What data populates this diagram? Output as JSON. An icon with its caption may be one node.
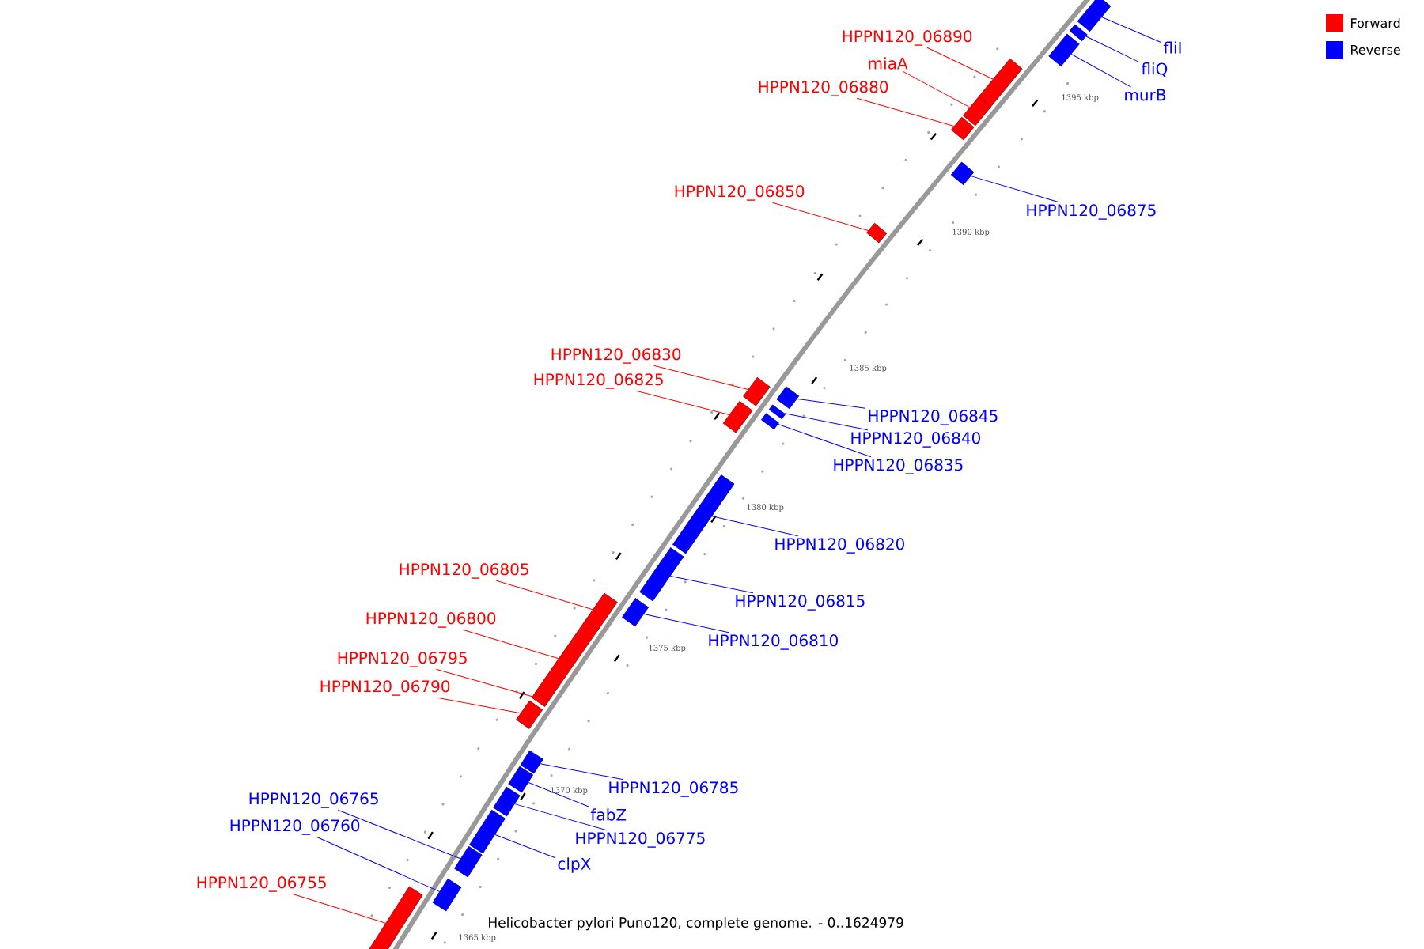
{
  "diagram": {
    "title": "Helicobacter pylori Puno120, complete genome. - 0..1624979",
    "nodes": [
      {
        "text": [
          "fliI"
        ]
      },
      {
        "text": [],
        "shape": "bar"
      },
      {
        "text": [
          "fliQ"
        ]
      },
      {
        "text": [],
        "shape": "bar"
      },
      {
        "text": [
          "murB"
        ]
      },
      {
        "text": [],
        "shape": "bar"
      },
      {
        "text": [
          "HPPN120_06890"
        ]
      },
      {
        "text": [],
        "shape": "bar"
      },
      {
        "text": [
          "miaA"
        ]
      },
      {
        "text": [],
        "shape": "bar"
      },
      {
        "text": [
          "HPPN120_06880"
        ]
      },
      {
        "text": [],
        "shape": "bar"
      },
      {
        "text": [
          "HPPN120_06875"
        ]
      },
      {
        "text": [],
        "shape": "bar"
      },
      {
        "text": [
          "HPPN120_06850"
        ]
      },
      {
        "text": [],
        "shape": "bar"
      },
      {
        "text": [
          "HPPN120_06830"
        ]
      },
      {
        "text": [],
        "shape": "bar"
      },
      {
        "text": [
          "HPPN120_06825"
        ]
      },
      {
        "text": [],
        "shape": "bar"
      },
      {
        "text": [
          "HPPN120_06845"
        ]
      },
      {
        "text": [],
        "shape": "bar"
      },
      {
        "text": [
          "HPPN120_06840"
        ]
      },
      {
        "text": [],
        "shape": "bar"
      },
      {
        "text": [
          "HPPN120_06835"
        ]
      },
      {
        "text": [],
        "shape": "bar"
      },
      {
        "text": [
          "HPPN120_06820"
        ]
      },
      {
        "text": [],
        "shape": "bar"
      },
      {
        "text": [
          "HPPN120_06815"
        ]
      },
      {
        "text": [],
        "shape": "bar"
      },
      {
        "text": [
          "HPPN120_06810"
        ]
      },
      {
        "text": [],
        "shape": "bar"
      },
      {
        "text": [
          "HPPN120_06805"
        ]
      },
      {
        "text": [],
        "shape": "bar"
      },
      {
        "text": [
          "HPPN120_06800"
        ]
      },
      {
        "text": [],
        "shape": "bar"
      },
      {
        "text": [
          "HPPN120_06795"
        ]
      },
      {
        "text": [],
        "shape": "bar"
      },
      {
        "text": [
          "HPPN120_06790"
        ]
      },
      {
        "text": [],
        "shape": "bar"
      },
      {
        "text": [
          "HPPN120_06785"
        ]
      },
      {
        "text": [],
        "shape": "bar"
      },
      {
        "text": [
          "fabZ"
        ]
      },
      {
        "text": [],
        "shape": "bar"
      },
      {
        "text": [
          "HPPN120_06775"
        ]
      },
      {
        "text": [],
        "shape": "bar"
      },
      {
        "text": [
          "clpX"
        ]
      },
      {
        "text": [],
        "shape": "bar"
      },
      {
        "text": [
          "HPPN120_06765"
        ]
      },
      {
        "text": [],
        "shape": "bar"
      },
      {
        "text": [
          "HPPN120_06760"
        ]
      },
      {
        "text": [],
        "shape": "bar"
      },
      {
        "text": [
          "HPPN120_06755"
        ]
      },
      {
        "text": [],
        "shape": "bar"
      }
    ],
    "edges": [
      {
        "from": 0,
        "to": 1,
        "arrow": "none"
      },
      {
        "from": 2,
        "to": 3,
        "arrow": "none"
      },
      {
        "from": 4,
        "to": 5,
        "arrow": "none"
      },
      {
        "from": 6,
        "to": 7,
        "arrow": "none",
        "color": "#ff0000"
      },
      {
        "from": 8,
        "to": 9,
        "arrow": "none",
        "color": "#ff0000"
      },
      {
        "from": 10,
        "to": 11,
        "arrow": "none",
        "color": "#ff0000"
      },
      {
        "from": 12,
        "to": 13,
        "arrow": "none"
      },
      {
        "from": 14,
        "to": 15,
        "arrow": "none",
        "color": "#ff0000"
      },
      {
        "from": 16,
        "to": 17,
        "arrow": "none",
        "color": "#ff0000"
      },
      {
        "from": 18,
        "to": 19,
        "arrow": "none",
        "color": "#ff0000"
      },
      {
        "from": 20,
        "to": 21,
        "arrow": "none"
      },
      {
        "from": 22,
        "to": 23,
        "arrow": "none"
      },
      {
        "from": 24,
        "to": 25,
        "arrow": "none"
      },
      {
        "from": 26,
        "to": 27,
        "arrow": "none"
      },
      {
        "from": 28,
        "to": 29,
        "arrow": "none"
      },
      {
        "from": 30,
        "to": 31,
        "arrow": "none"
      },
      {
        "from": 32,
        "to": 33,
        "arrow": "none",
        "color": "#ff0000"
      },
      {
        "from": 34,
        "to": 35,
        "arrow": "none",
        "color": "#ff0000"
      },
      {
        "from": 36,
        "to": 37,
        "arrow": "none",
        "color": "#ff0000"
      },
      {
        "from": 38,
        "to": 39,
        "arrow": "none",
        "color": "#ff0000"
      },
      {
        "from": 40,
        "to": 41,
        "arrow": "none"
      },
      {
        "from": 42,
        "to": 43,
        "arrow": "none"
      },
      {
        "from": 44,
        "to": 45,
        "arrow": "none"
      },
      {
        "from": 46,
        "to": 47,
        "arrow": "none"
      },
      {
        "from": 48,
        "to": 49,
        "arrow": "none"
      },
      {
        "from": 50,
        "to": 51,
        "arrow": "none"
      },
      {
        "from": 52,
        "to": 53,
        "arrow": "none",
        "color": "#ff0000"
      }
    ],
    "labels": [
      "1395 kbp",
      "1390 kbp",
      "1385 kbp",
      "1380 kbp",
      "1375 kbp",
      "1370 kbp",
      "1365 kbp"
    ],
    "legend": [
      {
        "text": "Forward",
        "color": "#ff0000"
      },
      {
        "text": "Reverse",
        "color": "#0000ff"
      }
    ]
  }
}
